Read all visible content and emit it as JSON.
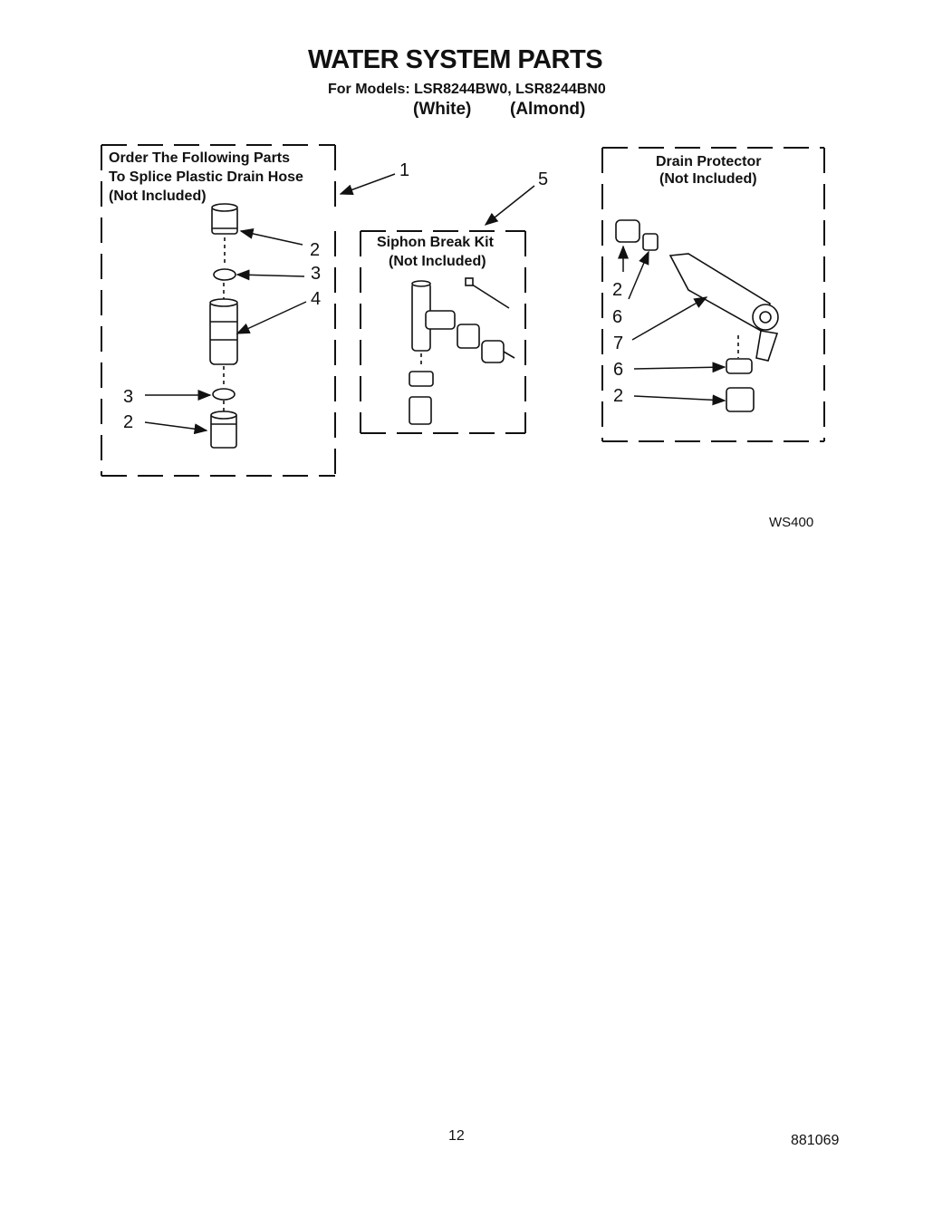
{
  "header": {
    "title": "WATER SYSTEM PARTS",
    "models_line": "For Models: LSR8244BW0, LSR8244BN0",
    "color_white": "(White)",
    "color_almond": "(Almond)"
  },
  "boxes": {
    "splice": {
      "line1": "Order The Following Parts",
      "line2": "To Splice Plastic Drain Hose",
      "line3": "(Not Included)"
    },
    "siphon": {
      "line1": "Siphon Break Kit",
      "line2": "(Not Included)"
    },
    "drain": {
      "line1": "Drain Protector",
      "line2": "(Not Included)"
    }
  },
  "callouts": {
    "c1": "1",
    "c2a": "2",
    "c3a": "3",
    "c4": "4",
    "c3b": "3",
    "c2b": "2",
    "c5": "5",
    "d2a": "2",
    "d6a": "6",
    "d7": "7",
    "d6b": "6",
    "d2b": "2"
  },
  "footer": {
    "diagram_code": "WS400",
    "page_number": "12",
    "doc_number": "881069"
  }
}
